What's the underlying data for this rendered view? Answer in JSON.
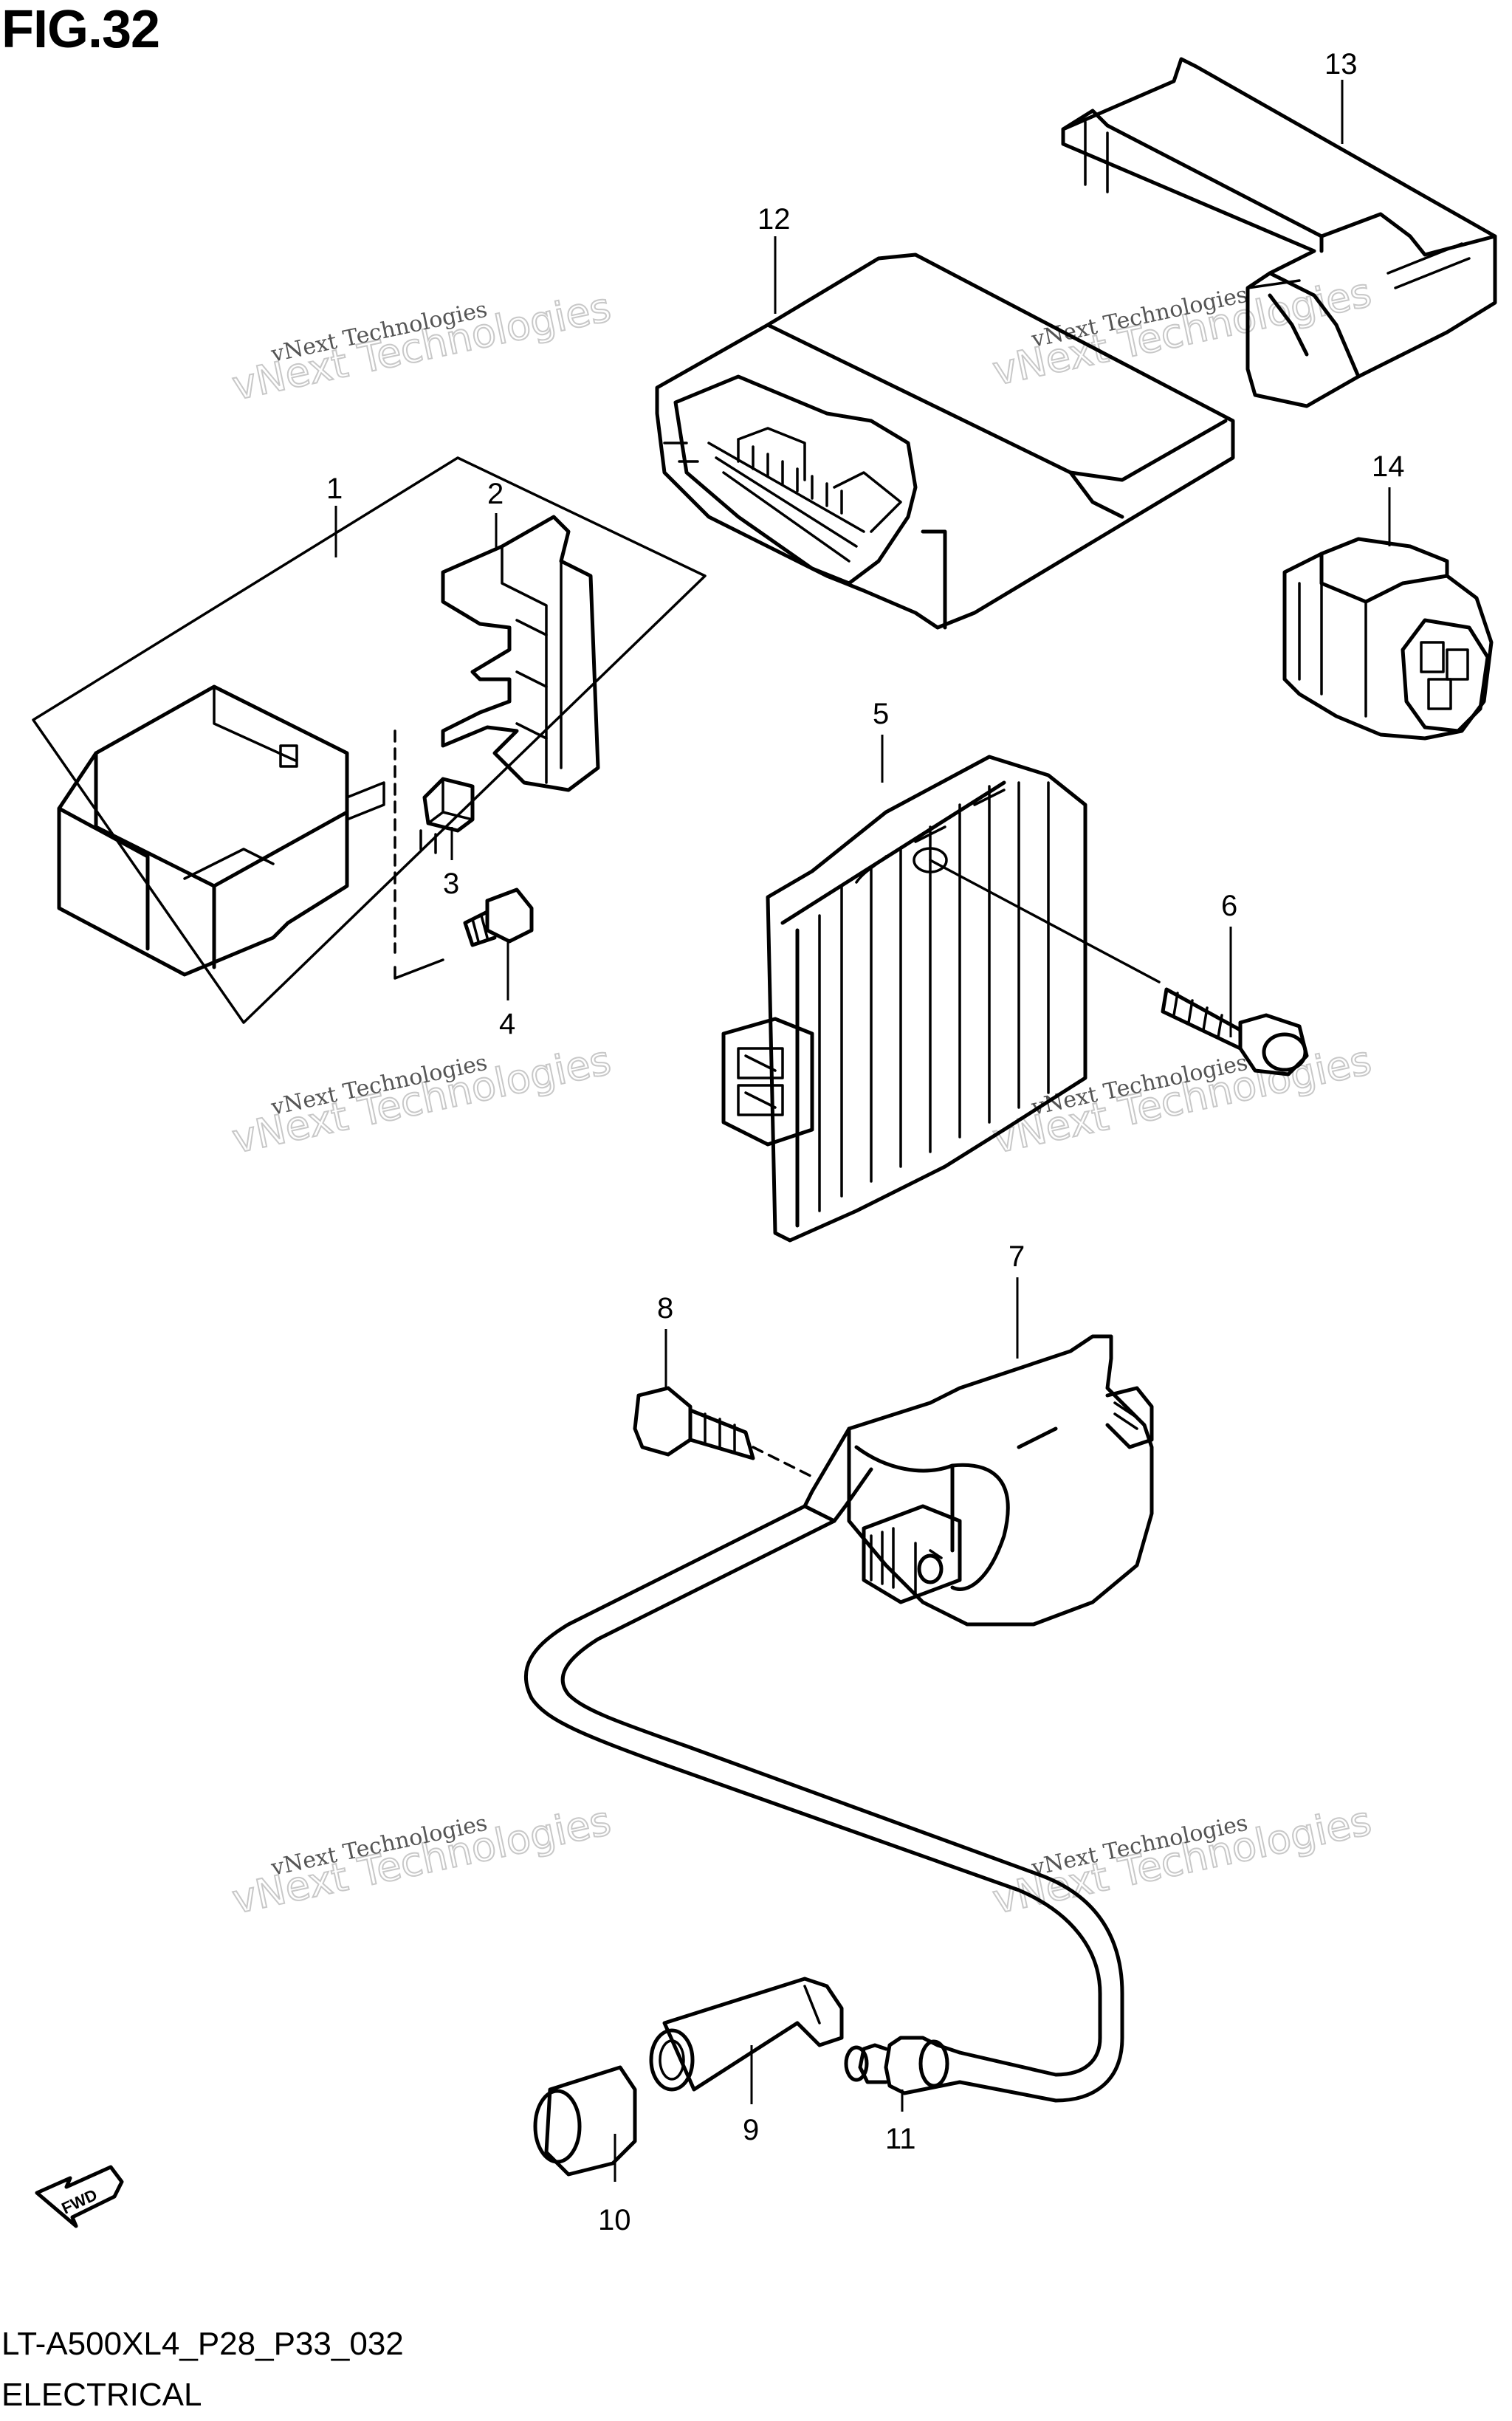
{
  "figure": {
    "title": "FIG.32",
    "model_code": "LT-A500XL4_P28_P33_032",
    "section_name": "ELECTRICAL"
  },
  "callouts": [
    "1",
    "2",
    "3",
    "4",
    "5",
    "6",
    "7",
    "8",
    "9",
    "10",
    "11",
    "12",
    "13",
    "14"
  ],
  "watermark": {
    "line1": "vNext Technologies",
    "line2": "vNext Technologies"
  },
  "fwd_label": "FWD"
}
